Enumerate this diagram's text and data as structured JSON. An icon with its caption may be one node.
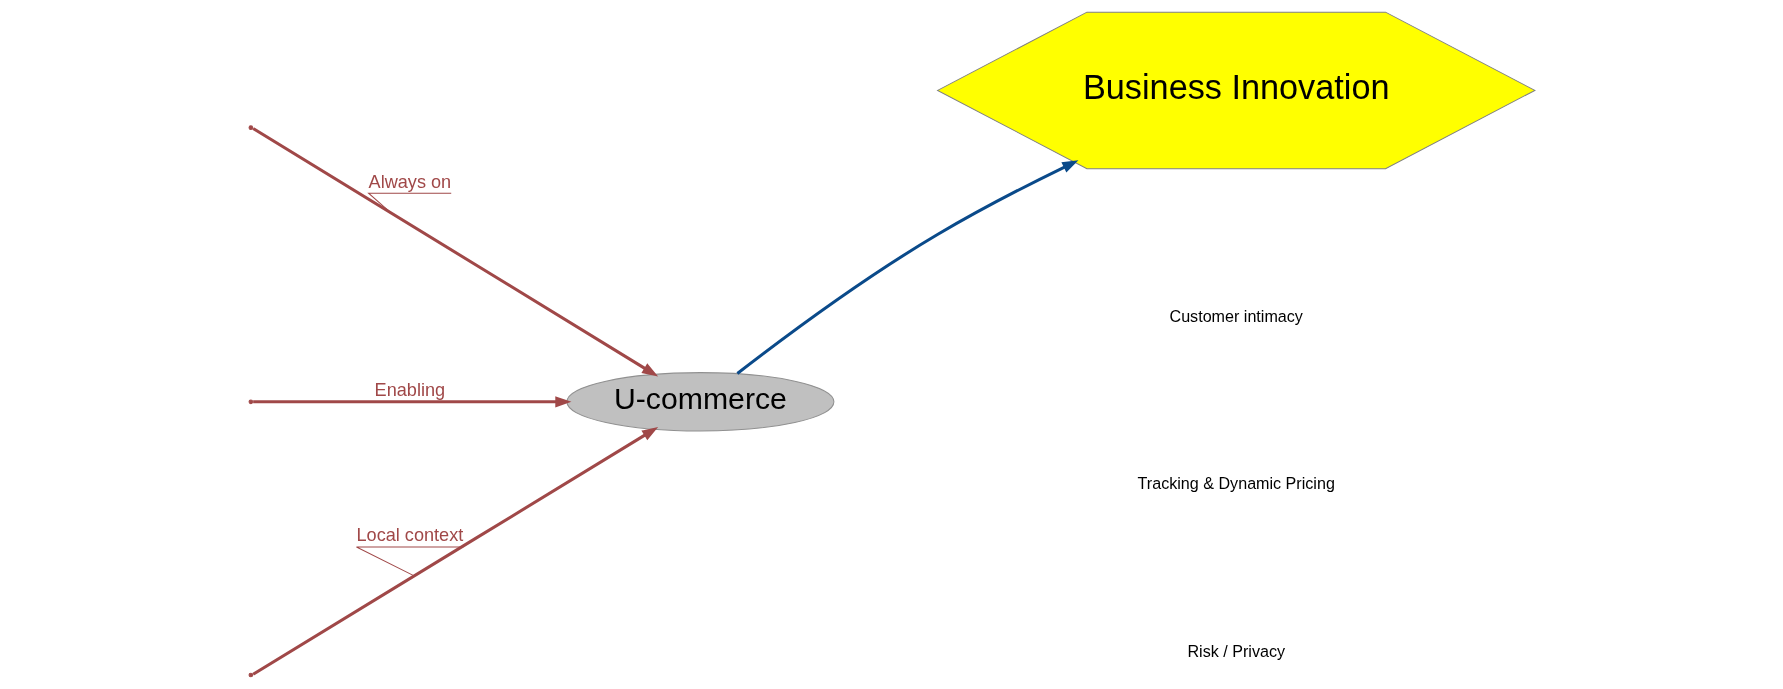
{
  "diagram": {
    "nodes": [
      {
        "text": [
          "U-commerce"
        ]
      },
      {
        "text": [
          "Business Innovation"
        ]
      }
    ],
    "edges": [
      {
        "from": null,
        "to": 0,
        "arrow": "to",
        "label": "Always on"
      },
      {
        "from": null,
        "to": 0,
        "arrow": "to",
        "label": "Local context"
      },
      {
        "from": null,
        "to": 0,
        "arrow": "to",
        "label": "Enabling"
      },
      {
        "from": 0,
        "to": 1,
        "arrow": "to",
        "color": "#0a4a8a"
      }
    ],
    "labels": [
      "Customer intimacy",
      "Tracking & Dynamic Pricing",
      "Risk / Privacy"
    ]
  }
}
